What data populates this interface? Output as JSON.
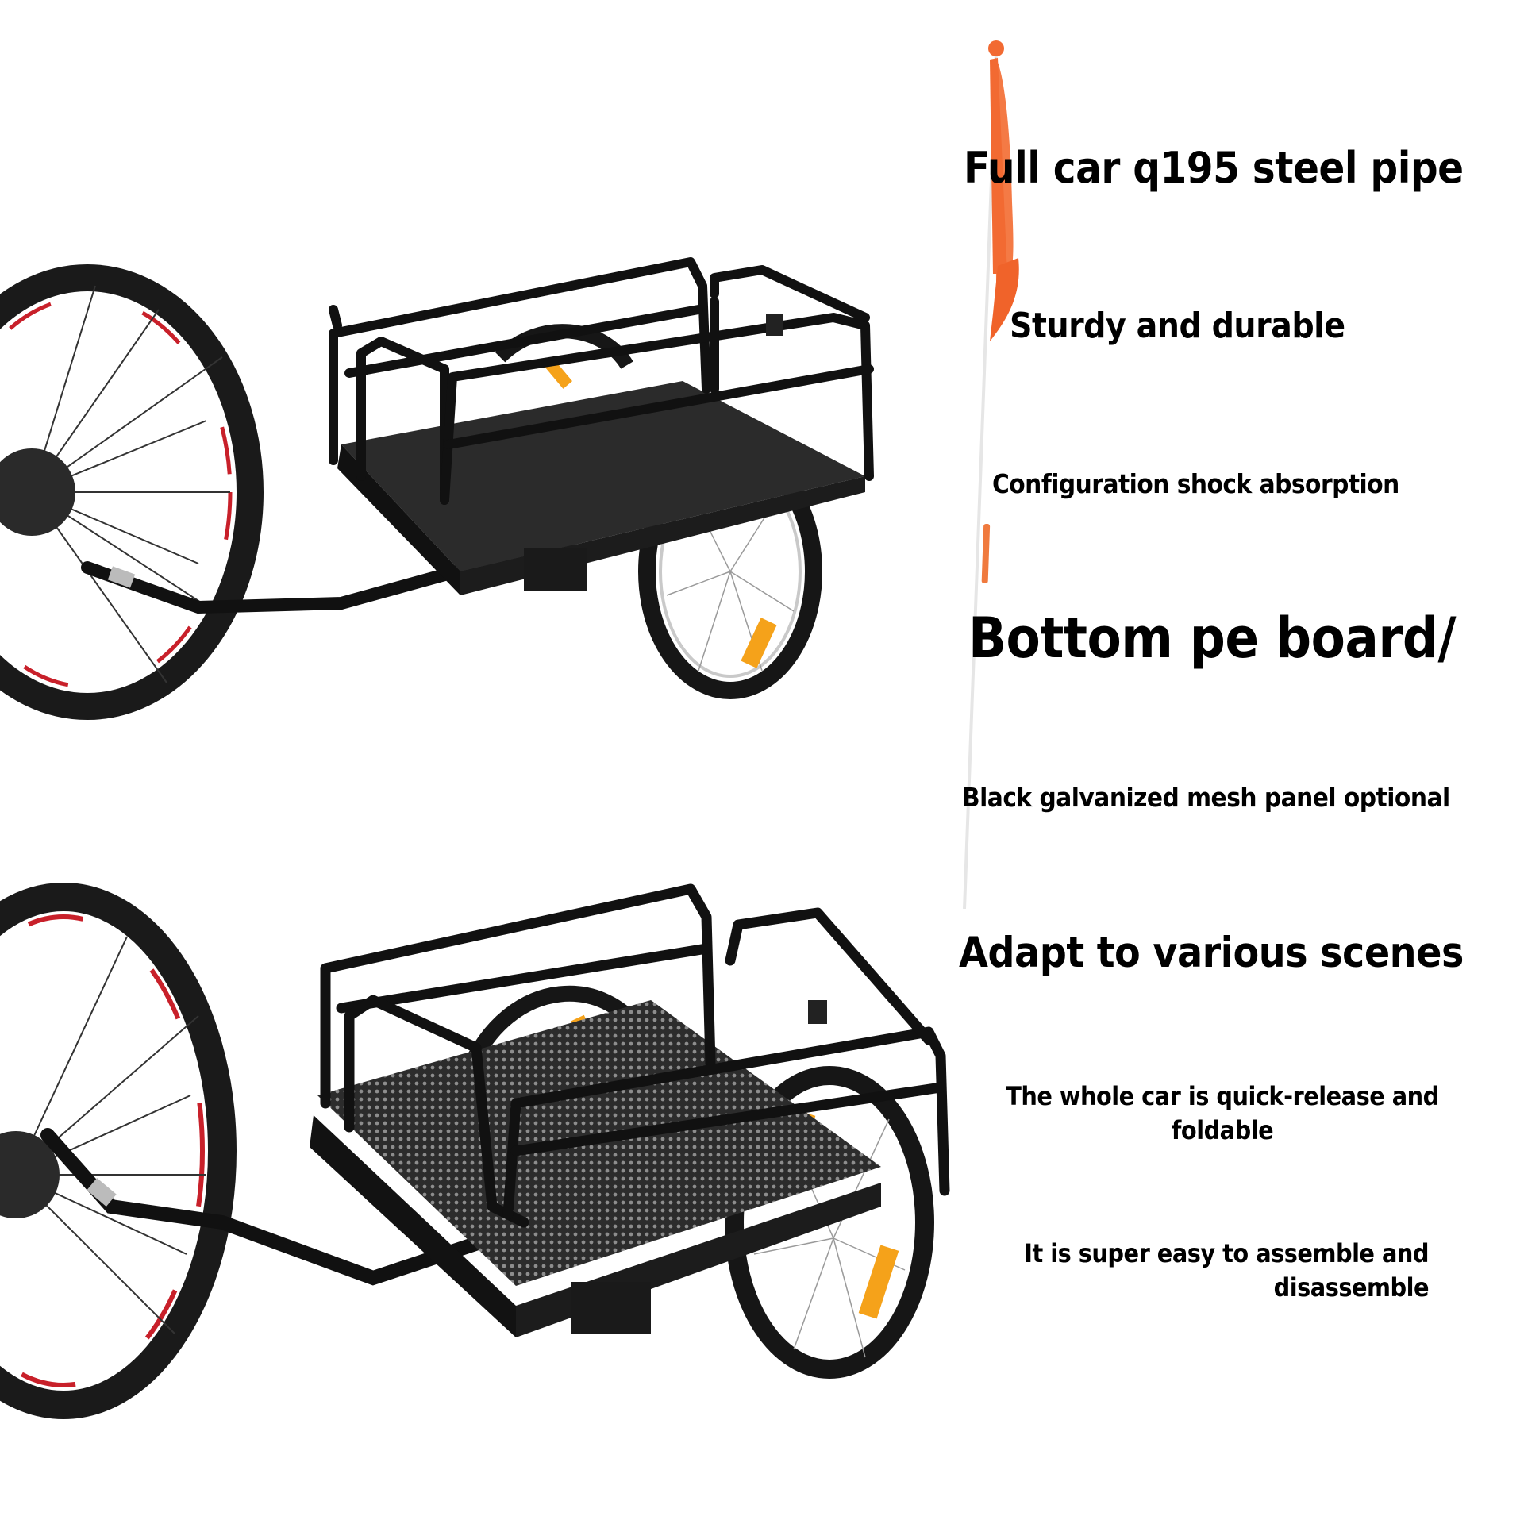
{
  "colors": {
    "background": "#ffffff",
    "text": "#000000",
    "flag_orange": "#f26a32",
    "frame_black": "#141414",
    "reflector_amber": "#f5a21a",
    "rim_red": "#c8202a"
  },
  "flag": {
    "icon": "safety-flag-icon"
  },
  "photos": [
    {
      "id": "trailer-pe-board",
      "icon": "bike-cargo-trailer-icon",
      "variant": "solid pe board floor, attached to bicycle rear wheel"
    },
    {
      "id": "trailer-mesh-panel",
      "icon": "bike-cargo-trailer-icon",
      "variant": "black galvanized mesh floor, attached to bicycle rear wheel"
    }
  ],
  "features": [
    {
      "text": "Full car q195 steel pipe"
    },
    {
      "text": "Sturdy and durable"
    },
    {
      "text": "Configuration shock absorption"
    },
    {
      "text": "Bottom pe board/"
    },
    {
      "text": "Black galvanized mesh panel optional"
    },
    {
      "text": "Adapt to various scenes"
    },
    {
      "line1": "The whole car is quick-release and",
      "line2": "foldable"
    },
    {
      "line1": "It is super easy to assemble and",
      "line2": "disassemble"
    }
  ]
}
